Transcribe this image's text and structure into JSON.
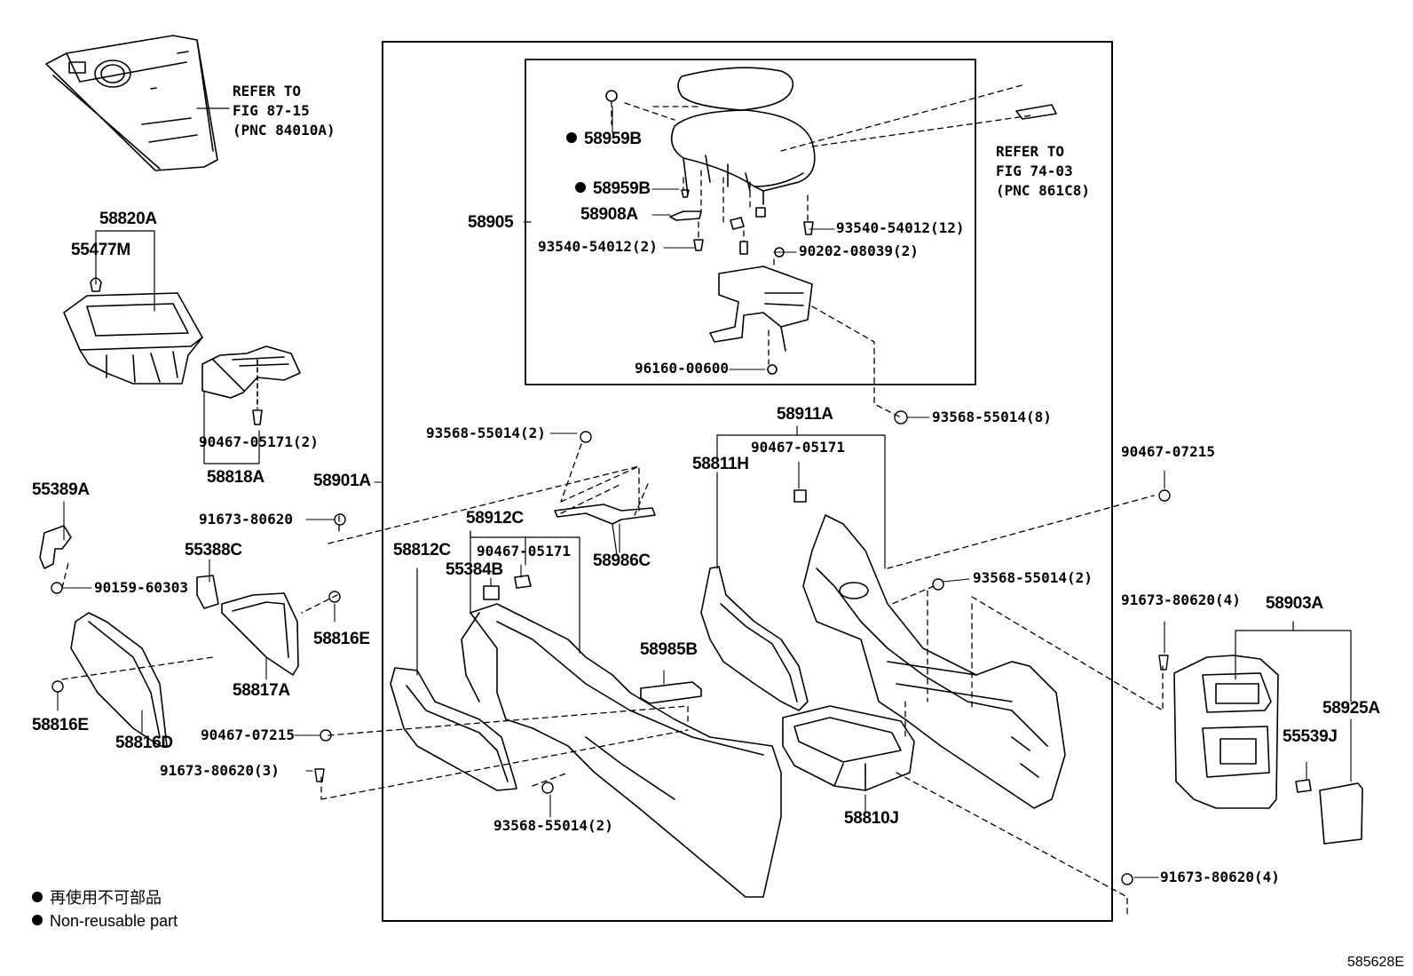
{
  "refs": {
    "top_left": [
      "REFER TO",
      "FIG 87-15",
      "(PNC 84010A)"
    ],
    "top_right": [
      "REFER TO",
      "FIG 74-03",
      "(PNC 861C8)"
    ]
  },
  "parts": {
    "p58959B_a": "58959B",
    "p58959B_b": "58959B",
    "p58905": "58905",
    "p58908A": "58908A",
    "p93540_2": "93540-54012(2)",
    "p93540_12": "93540-54012(12)",
    "p90202": "90202-08039(2)",
    "p96160": "96160-00600",
    "p93568_8": "93568-55014(8)",
    "p58820A": "58820A",
    "p55477M": "55477M",
    "p90467_2": "90467-05171(2)",
    "p58818A": "58818A",
    "p58901A": "58901A",
    "p55389A": "55389A",
    "p91673_a": "91673-80620",
    "p90159": "90159-60303",
    "p55388C": "55388C",
    "p58816E_a": "58816E",
    "p58817A": "58817A",
    "p58816E_b": "58816E",
    "p58816D": "58816D",
    "p90467_07215_a": "90467-07215",
    "p91673_3": "91673-80620(3)",
    "p93568_2a": "93568-55014(2)",
    "p58912C": "58912C",
    "p58812C": "58812C",
    "p55384B": "55384B",
    "p90467_b": "90467-05171",
    "p58986C": "58986C",
    "p58985B": "58985B",
    "p93568_2b": "93568-55014(2)",
    "p58911A": "58911A",
    "p90467_c": "90467-05171",
    "p58811H": "58811H",
    "p93568_2c": "93568-55014(2)",
    "p58810J": "58810J",
    "p90467_07215_b": "90467-07215",
    "p91673_4a": "91673-80620(4)",
    "p58903A": "58903A",
    "p58925A": "58925A",
    "p55539J": "55539J",
    "p91673_4b": "91673-80620(4)"
  },
  "legend": {
    "line1": "再使用不可部品",
    "line2": "Non-reusable part"
  },
  "footer_code": "585628E"
}
